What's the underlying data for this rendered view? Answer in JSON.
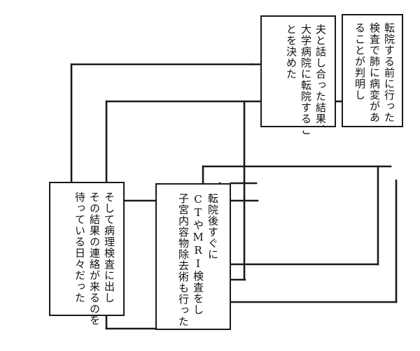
{
  "panels": {
    "p1": {
      "text": "転院する前に行った\n検査で肺に病変があ\nることが判明し"
    },
    "p2": {
      "text": "夫と話し合った結果、\n大学病院に転院するこ\nとを決めた"
    },
    "p3": {
      "text": "転院後すぐに\nCTやMRI検査をし\n子宮内容物除去術も行った"
    },
    "p4": {
      "text": "そして病理検査に出し\nその結果の連絡が来るのを\n待っている日々だった"
    }
  },
  "colors": {
    "background": "#ffffff",
    "line": "#1a1a1a"
  }
}
